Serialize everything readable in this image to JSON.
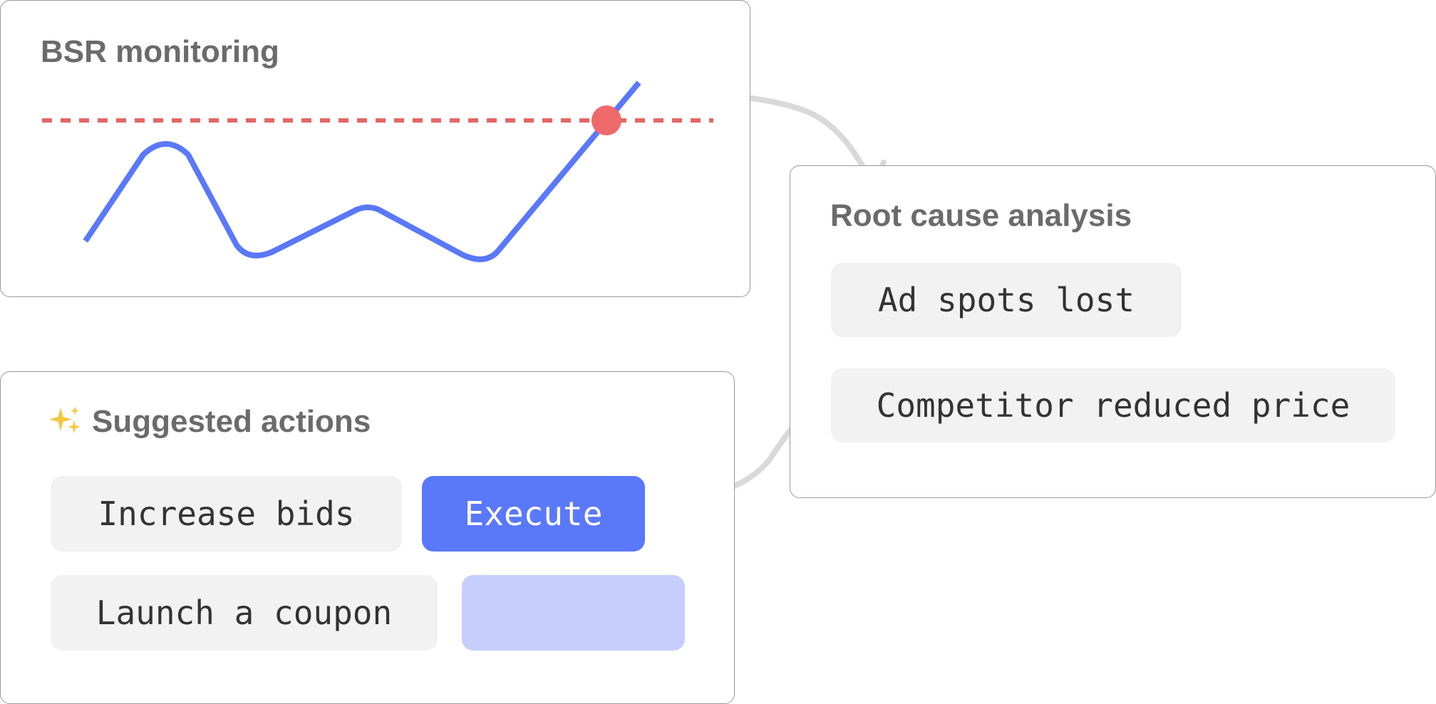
{
  "colors": {
    "line": "#5a78fa",
    "threshold": "#e56565",
    "alert_dot": "#ee6a6a",
    "connector": "#d9d9d9",
    "sparkle": "#f5c842",
    "execute_bg": "#5a78fa",
    "placeholder_bg": "#c5cefd"
  },
  "monitor": {
    "title": "BSR monitoring"
  },
  "analysis": {
    "title": "Root cause analysis",
    "causes": [
      "Ad spots lost",
      "Competitor reduced price"
    ]
  },
  "actions": {
    "icon": "sparkles-icon",
    "title": "Suggested actions",
    "items": [
      "Increase bids",
      "Launch a coupon"
    ],
    "execute_label": "Execute"
  }
}
